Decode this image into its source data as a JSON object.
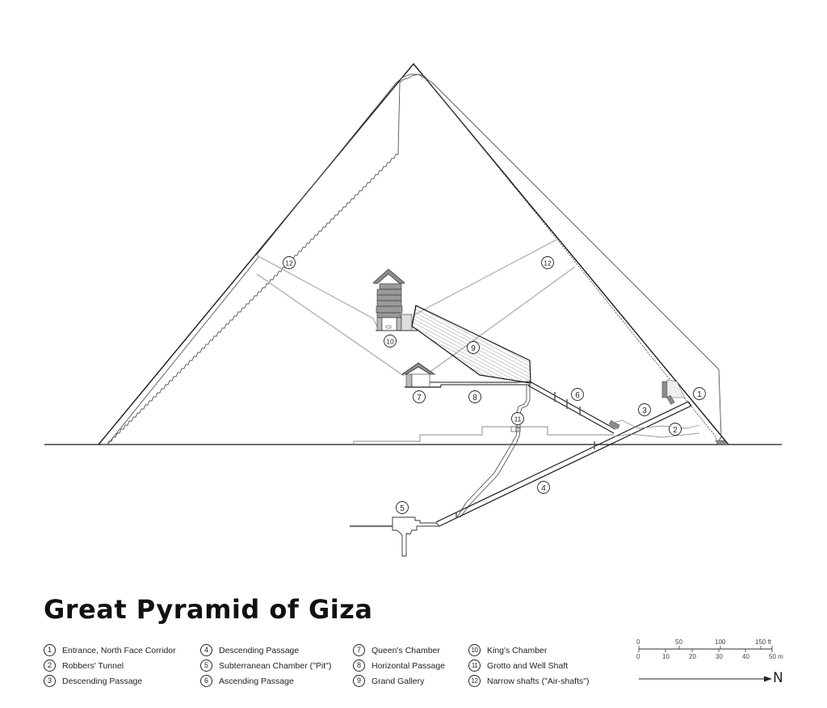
{
  "title": "Great Pyramid of Giza",
  "legend": {
    "columns": [
      [
        {
          "num": "1",
          "label": "Entrance, North Face Corridor"
        },
        {
          "num": "2",
          "label": "Robbers' Tunnel"
        },
        {
          "num": "3",
          "label": "Descending Passage"
        }
      ],
      [
        {
          "num": "4",
          "label": "Descending Passage"
        },
        {
          "num": "5",
          "label": "Subterranean Chamber (\"Pit\")"
        },
        {
          "num": "6",
          "label": "Ascending Passage"
        }
      ],
      [
        {
          "num": "7",
          "label": "Queen's Chamber"
        },
        {
          "num": "8",
          "label": "Horizontal Passage"
        },
        {
          "num": "9",
          "label": "Grand Gallery"
        }
      ],
      [
        {
          "num": "10",
          "label": "King's Chamber"
        },
        {
          "num": "11",
          "label": "Grotto and Well Shaft"
        },
        {
          "num": "12",
          "label": "Narrow shafts (\"Air-shafts\")"
        }
      ]
    ]
  },
  "diagram_labels": {
    "l1": "1",
    "l2": "2",
    "l3": "3",
    "l4": "4",
    "l5": "5",
    "l6": "6",
    "l7": "7",
    "l8": "8",
    "l9": "9",
    "l10": "10",
    "l11": "11",
    "l12a": "12",
    "l12b": "12"
  },
  "scale_bar": {
    "feet_ticks": [
      "0",
      "50",
      "100",
      "150 ft"
    ],
    "meter_ticks": [
      "0",
      "10",
      "20",
      "30",
      "40",
      "50 m"
    ]
  },
  "north_arrow": {
    "label": "N"
  },
  "colors": {
    "line": "#1a1a1a",
    "shaft": "#b5b5b5",
    "block_fill": "#8c8c8c",
    "background": "#ffffff"
  }
}
